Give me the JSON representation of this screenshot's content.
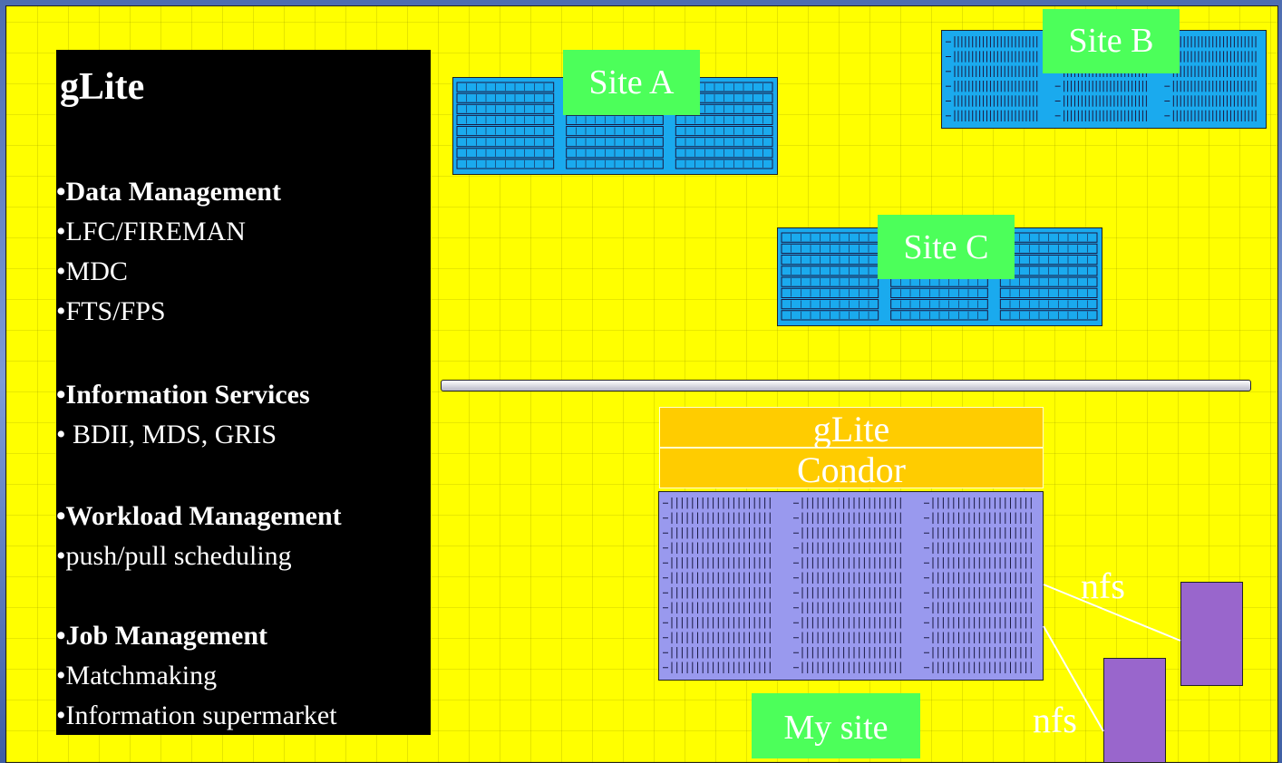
{
  "panel": {
    "title": "gLite",
    "sections": [
      {
        "heading": "Data Management",
        "items": [
          "LFC/FIREMAN",
          "MDC",
          "FTS/FPS"
        ]
      },
      {
        "heading": "Information Services",
        "items": [
          " BDII, MDS, GRIS"
        ]
      },
      {
        "heading": "Workload Management",
        "items": [
          "push/pull scheduling"
        ]
      },
      {
        "heading": "Job Management",
        "items": [
          "Matchmaking",
          "Information supermarket"
        ]
      }
    ]
  },
  "sites": {
    "a": "Site A",
    "b": "Site B",
    "c": "Site C",
    "mine": "My site"
  },
  "stack": {
    "top": "gLite",
    "middle": "Condor"
  },
  "nfs": {
    "upper": "nfs",
    "lower": "nfs"
  },
  "colors": {
    "background": "#ffff00",
    "panel": "#000000",
    "site_rack": "#1aaaee",
    "my_rack": "#9999ee",
    "label": "#4cff5a",
    "middleware": "#ffcc00",
    "storage": "#9966cc"
  }
}
